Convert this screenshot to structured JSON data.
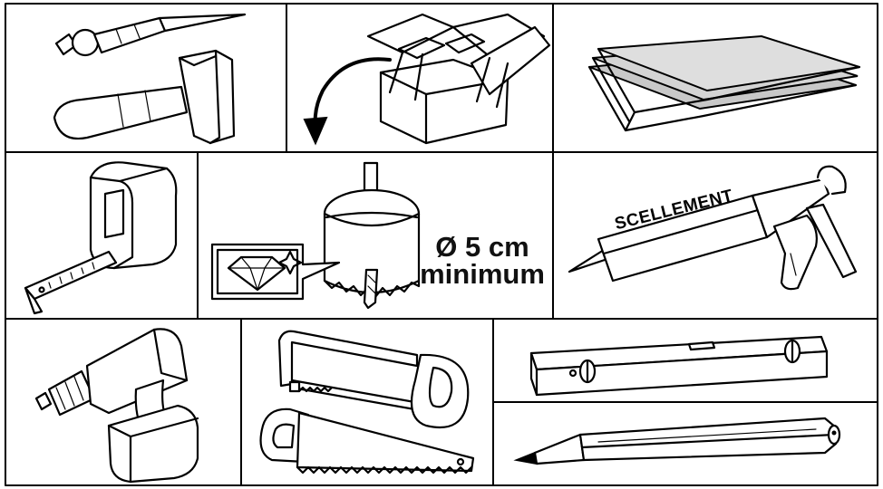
{
  "hole_saw": {
    "size_line1": "Ø 5 cm",
    "size_line2": "minimum"
  },
  "sealant_gun": {
    "tube_label": "SCELLEMENT"
  },
  "tools": [
    "chisel-and-mallet",
    "toolbox",
    "sheets",
    "tape-measure",
    "diamond-hole-saw",
    "caulking-gun",
    "cordless-drill",
    "hacksaw-and-handsaw",
    "spirit-level",
    "carpenter-pencil"
  ]
}
